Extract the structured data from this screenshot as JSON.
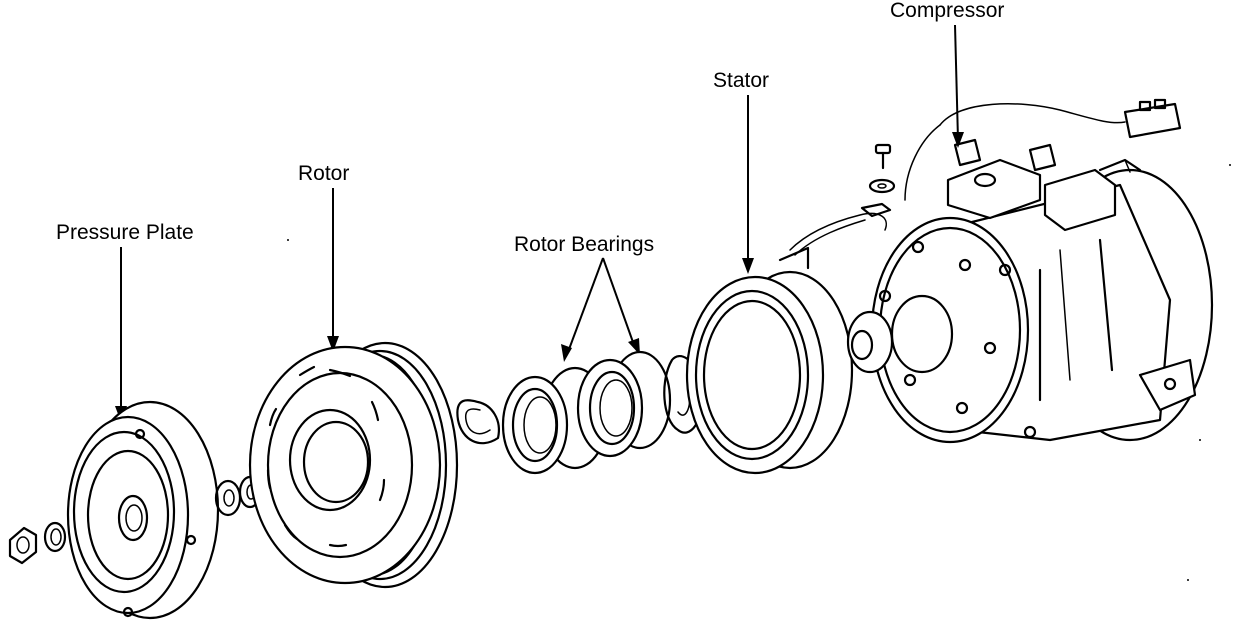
{
  "labels": {
    "compressor": "Compressor",
    "stator": "Stator",
    "rotor": "Rotor",
    "pressure_plate": "Pressure Plate",
    "rotor_bearings": "Rotor Bearings"
  }
}
